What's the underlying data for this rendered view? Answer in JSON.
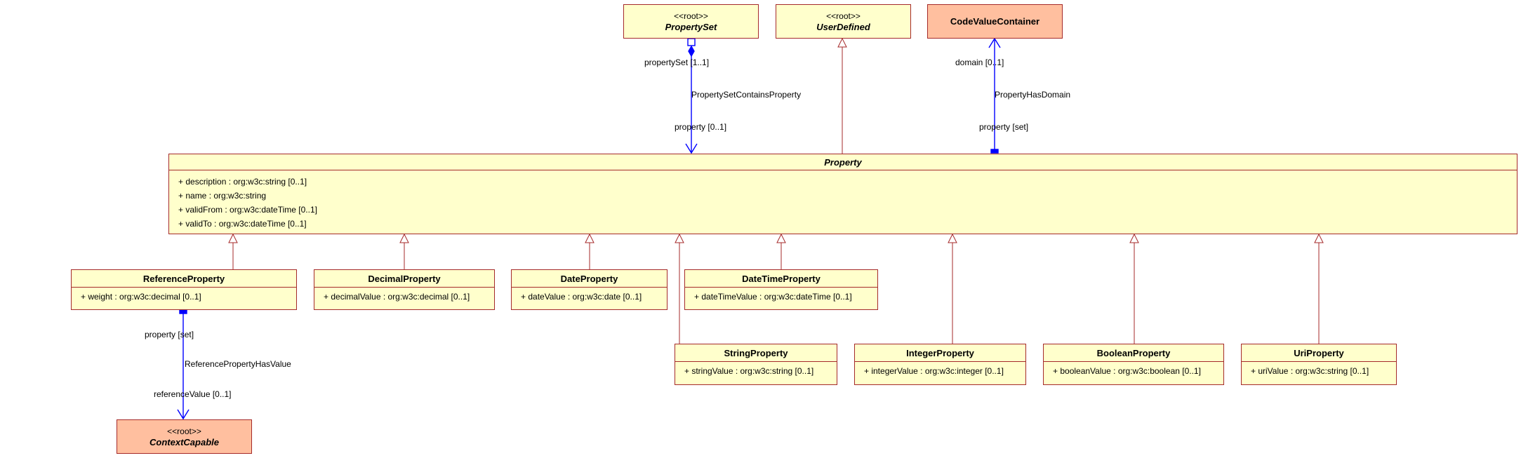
{
  "classes": {
    "property_set": {
      "stereotype": "<<root>>",
      "name": "PropertySet"
    },
    "user_defined": {
      "stereotype": "<<root>>",
      "name": "UserDefined"
    },
    "code_value_container": {
      "name": "CodeValueContainer"
    },
    "property": {
      "name": "Property",
      "attributes": [
        "+ description : org:w3c:string [0..1]",
        "+ name : org:w3c:string",
        "+ validFrom : org:w3c:dateTime [0..1]",
        "+ validTo : org:w3c:dateTime [0..1]"
      ]
    },
    "reference_property": {
      "name": "ReferenceProperty",
      "attributes": [
        "+ weight : org:w3c:decimal [0..1]"
      ]
    },
    "decimal_property": {
      "name": "DecimalProperty",
      "attributes": [
        "+ decimalValue : org:w3c:decimal [0..1]"
      ]
    },
    "date_property": {
      "name": "DateProperty",
      "attributes": [
        "+ dateValue : org:w3c:date [0..1]"
      ]
    },
    "date_time_property": {
      "name": "DateTimeProperty",
      "attributes": [
        "+ dateTimeValue : org:w3c:dateTime [0..1]"
      ]
    },
    "string_property": {
      "name": "StringProperty",
      "attributes": [
        "+ stringValue : org:w3c:string [0..1]"
      ]
    },
    "integer_property": {
      "name": "IntegerProperty",
      "attributes": [
        "+ integerValue : org:w3c:integer [0..1]"
      ]
    },
    "boolean_property": {
      "name": "BooleanProperty",
      "attributes": [
        "+ booleanValue : org:w3c:boolean [0..1]"
      ]
    },
    "uri_property": {
      "name": "UriProperty",
      "attributes": [
        "+ uriValue : org:w3c:string [0..1]"
      ]
    },
    "context_capable": {
      "stereotype": "<<root>>",
      "name": "ContextCapable"
    }
  },
  "associations": {
    "property_set_contains_property": {
      "name": "PropertySetContainsProperty",
      "source_role": "propertySet [1..1]",
      "target_role": "property [0..1]"
    },
    "property_has_domain": {
      "name": "PropertyHasDomain",
      "source_role": "domain [0..1]",
      "target_role": "property [set]"
    },
    "reference_property_has_value": {
      "name": "ReferencePropertyHasValue",
      "source_role": "property [set]",
      "target_role": "referenceValue [0..1]"
    }
  },
  "colors": {
    "class_fill": "#ffffcc",
    "root_fill": "#ffbf9f",
    "border": "#a52a2a",
    "association": "#0000ff",
    "generalization": "#a52a2a"
  }
}
